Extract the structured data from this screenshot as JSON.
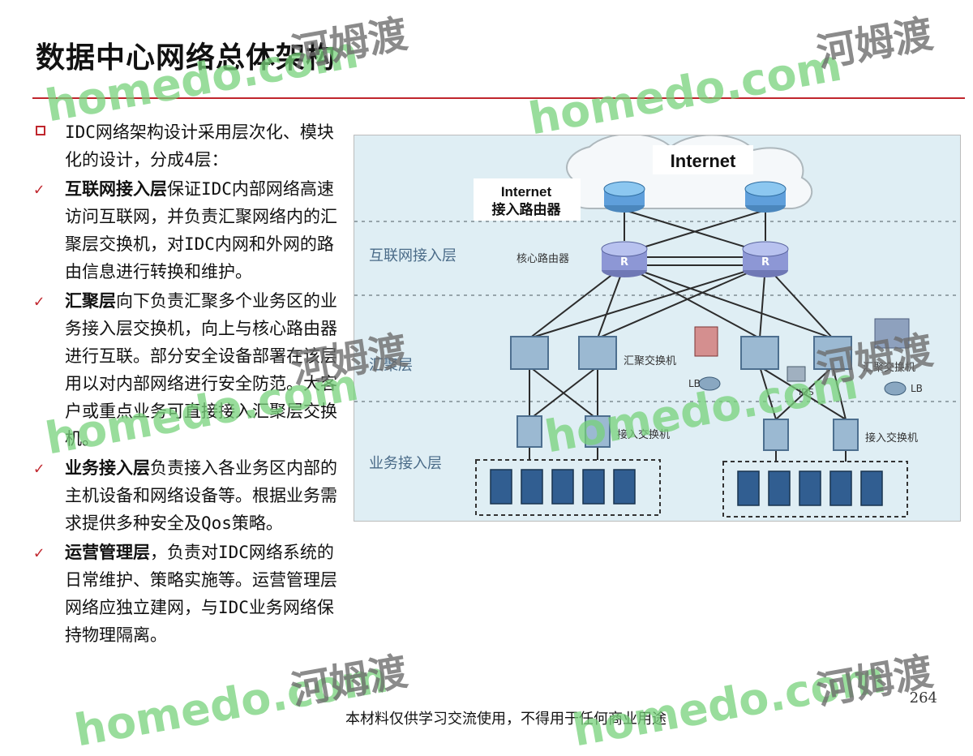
{
  "slide": {
    "title": "数据中心网络总体架构",
    "intro": "IDC网络架构设计采用层次化、模块化的设计，分成4层：",
    "items": [
      {
        "bold": "互联网接入层",
        "text": "保证IDC内部网络高速访问互联网，并负责汇聚网络内的汇聚层交换机，对IDC内网和外网的路由信息进行转换和维护。"
      },
      {
        "bold": "汇聚层",
        "text": "向下负责汇聚多个业务区的业务接入层交换机，向上与核心路由器进行互联。部分安全设备部署在该层用以对内部网络进行安全防范。大客户或重点业务可直接接入汇聚层交换机。"
      },
      {
        "bold": "业务接入层",
        "text": "负责接入各业务区内部的主机设备和网络设备等。根据业务需求提供多种安全及Qos策略。"
      },
      {
        "bold": "运营管理层",
        "text": "，负责对IDC网络系统的日常维护、策略实施等。运营管理层网络应独立建网，与IDC业务网络保持物理隔离。"
      }
    ],
    "page_number": "264",
    "footer": "本材料仅供学习交流使用，不得用于任何商业用途"
  },
  "diagram": {
    "internet_label": "Internet",
    "router_label_top": "Internet",
    "router_label_bottom": "接入路由器",
    "layer_internet": "互联网接入层",
    "layer_aggregation": "汇聚层",
    "layer_access": "业务接入层",
    "core_router_label": "核心路由器",
    "aggregation_switch_left": "汇聚交换机",
    "aggregation_switch_right": "汇聚交换机",
    "access_switch_left": "接入交换机",
    "access_switch_right": "接入交换机",
    "lb_left": "LB",
    "lb_right": "LB",
    "ids_label": "IDS"
  },
  "watermark": {
    "brand": "homedo.com",
    "chinese": "河姆渡"
  }
}
